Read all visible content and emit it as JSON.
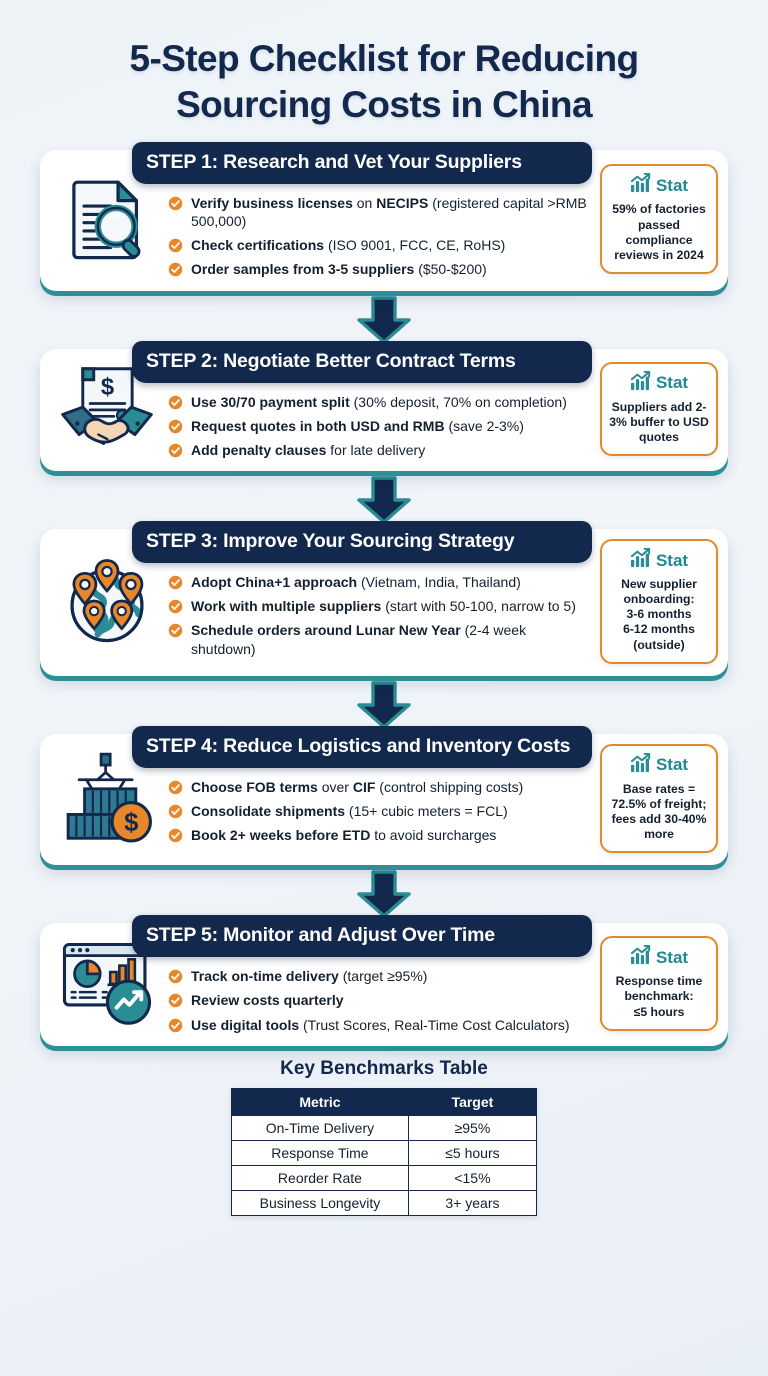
{
  "title": {
    "line1": "5-Step Checklist for Reducing",
    "line2": "Sourcing Costs in China"
  },
  "colors": {
    "navy": "#12284c",
    "teal": "#1f8a94",
    "orange": "#e8862a",
    "stat_border": "#e08a2e",
    "background": "#eef3f8",
    "card": "#ffffff"
  },
  "stat_label": "Stat",
  "steps": [
    {
      "icon": "document-magnifier-icon",
      "header": "STEP 1: Research and Vet Your Suppliers",
      "bullets": [
        {
          "bold": "Verify business licenses",
          "rest": " on ",
          "bold2": "NECIPS",
          "rest2": " (registered capital >RMB 500,000)"
        },
        {
          "bold": "Check certifications",
          "rest": " (ISO 9001, FCC, CE, RoHS)",
          "bold2": "",
          "rest2": ""
        },
        {
          "bold": "Order samples from 3-5 suppliers",
          "rest": " ($50-$200)",
          "bold2": "",
          "rest2": ""
        }
      ],
      "stat": "59% of factories passed compliance reviews in 2024"
    },
    {
      "icon": "handshake-contract-icon",
      "header": "STEP 2: Negotiate Better Contract Terms",
      "bullets": [
        {
          "bold": "Use 30/70 payment split",
          "rest": " (30% deposit, 70% on completion)",
          "bold2": "",
          "rest2": ""
        },
        {
          "bold": "Request quotes in both USD and RMB",
          "rest": " (save 2-3%)",
          "bold2": "",
          "rest2": ""
        },
        {
          "bold": "Add penalty clauses",
          "rest": " for late delivery",
          "bold2": "",
          "rest2": ""
        }
      ],
      "stat": "Suppliers add 2-3% buffer to USD quotes"
    },
    {
      "icon": "globe-pins-icon",
      "header": "STEP 3: Improve Your Sourcing Strategy",
      "bullets": [
        {
          "bold": "Adopt China+1 approach",
          "rest": " (Vietnam, India, Thailand)",
          "bold2": "",
          "rest2": ""
        },
        {
          "bold": "Work with multiple suppliers",
          "rest": " (start with 50-100, narrow to 5)",
          "bold2": "",
          "rest2": ""
        },
        {
          "bold": "Schedule orders around Lunar New Year",
          "rest": " (2-4 week shutdown)",
          "bold2": "",
          "rest2": ""
        }
      ],
      "stat": "New supplier onboarding:\n3-6 months\n6-12 months (outside)"
    },
    {
      "icon": "shipping-container-dollar-icon",
      "header": "STEP 4: Reduce Logistics and Inventory Costs",
      "bullets": [
        {
          "bold": "Choose FOB terms",
          "rest": " over ",
          "bold2": "CIF",
          "rest2": " (control shipping costs)"
        },
        {
          "bold": "Consolidate shipments",
          "rest": " (15+ cubic meters = FCL)",
          "bold2": "",
          "rest2": ""
        },
        {
          "bold": "Book 2+ weeks before ETD",
          "rest": " to avoid surcharges",
          "bold2": "",
          "rest2": ""
        }
      ],
      "stat": "Base rates = 72.5% of freight; fees add 30-40% more"
    },
    {
      "icon": "analytics-dashboard-icon",
      "header": "STEP 5: Monitor and Adjust Over Time",
      "bullets": [
        {
          "bold": "Track on-time delivery",
          "rest": " (target ≥95%)",
          "bold2": "",
          "rest2": ""
        },
        {
          "bold": "Review costs quarterly",
          "rest": "",
          "bold2": "",
          "rest2": ""
        },
        {
          "bold": "Use digital tools",
          "rest": " (Trust Scores, Real-Time Cost Calculators)",
          "bold2": "",
          "rest2": ""
        }
      ],
      "stat": "Response time benchmark:\n≤5 hours"
    }
  ],
  "table": {
    "title": "Key Benchmarks Table",
    "headers": [
      "Metric",
      "Target"
    ],
    "rows": [
      [
        "On-Time Delivery",
        "≥95%"
      ],
      [
        "Response Time",
        "≤5 hours"
      ],
      [
        "Reorder Rate",
        "<15%"
      ],
      [
        "Business Longevity",
        "3+ years"
      ]
    ]
  }
}
